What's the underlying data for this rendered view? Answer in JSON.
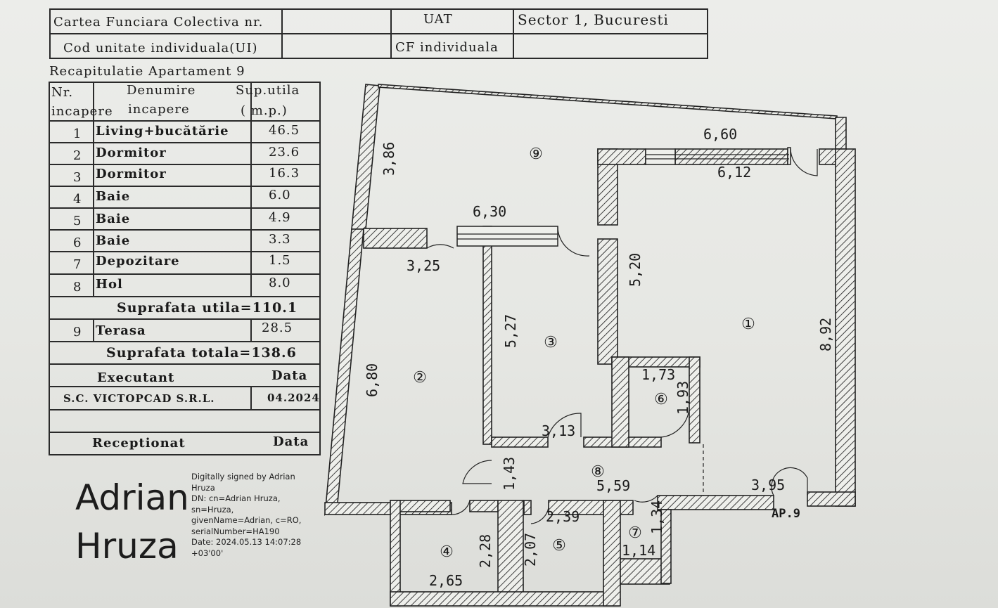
{
  "header": {
    "cf_colectiva": "Cartea Funciara Colectiva nr.",
    "uat_label": "UAT",
    "uat_value": "Sector 1, Bucuresti",
    "cod_ui": "Cod unitate individuala(UI)",
    "cf_individuala": "CF individuala"
  },
  "recap": {
    "title": "Recapitulatie Apartament 9",
    "col_nr_1": "Nr.",
    "col_nr_2": "incapere",
    "col_den_1": "Denumire",
    "col_den_2": "incapere",
    "col_sup_1": "Sup.utila",
    "col_sup_2": "( m.p.)",
    "rooms": [
      {
        "nr": "1",
        "name": "Living+bucătărie",
        "area": "46.5"
      },
      {
        "nr": "2",
        "name": "Dormitor",
        "area": "23.6"
      },
      {
        "nr": "3",
        "name": "Dormitor",
        "area": "16.3"
      },
      {
        "nr": "4",
        "name": "Baie",
        "area": "6.0"
      },
      {
        "nr": "5",
        "name": "Baie",
        "area": "4.9"
      },
      {
        "nr": "6",
        "name": "Baie",
        "area": "3.3"
      },
      {
        "nr": "7",
        "name": "Depozitare",
        "area": "1.5"
      },
      {
        "nr": "8",
        "name": "Hol",
        "area": "8.0"
      }
    ],
    "suprafata_utila": "Suprafata utila=110.1",
    "terasa": {
      "nr": "9",
      "name": "Terasa",
      "area": "28.5"
    },
    "suprafata_totala": "Suprafata totala=138.6",
    "executant_label": "Executant",
    "data_label": "Data",
    "executant_value": "S.C. VICTOPCAD S.R.L.",
    "executant_date": "04.2024",
    "receptionat_label": "Receptionat",
    "receptionat_data_label": "Data"
  },
  "signature": {
    "first_name": "Adrian",
    "last_name": "Hruza",
    "lines": [
      "Digitally signed by Adrian",
      "Hruza",
      "DN: cn=Adrian Hruza,",
      "sn=Hruza,",
      "givenName=Adrian, c=RO,",
      "serialNumber=HA190",
      "Date: 2024.05.13 14:07:28",
      "+03'00'"
    ]
  },
  "plan": {
    "room_markers": [
      "⑨",
      "①",
      "②",
      "③",
      "④",
      "⑤",
      "⑥",
      "⑦",
      "⑧"
    ],
    "dimensions": {
      "d386": "3,86",
      "d660": "6,60",
      "d612": "6,12",
      "d630": "6,30",
      "d325": "3,25",
      "d520": "5,20",
      "d527": "5,27",
      "d892": "8,92",
      "d680": "6,80",
      "d173": "1,73",
      "d193": "1,93",
      "d313": "3,13",
      "d143": "1,43",
      "d559": "5,59",
      "d395": "3,95",
      "d239": "2,39",
      "d134": "1,34",
      "d228": "2,28",
      "d207": "2,07",
      "d114": "1,14",
      "d265": "2,65"
    },
    "apartment_label": "AP.9"
  }
}
